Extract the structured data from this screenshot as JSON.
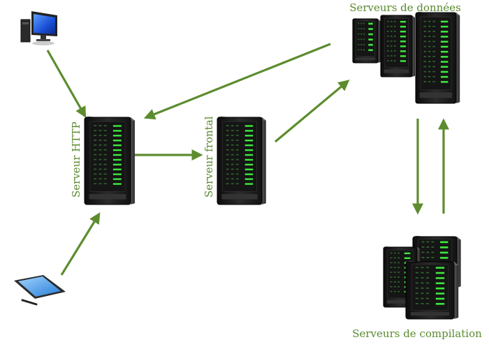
{
  "labels": {
    "http_server": "Serveur HTTP",
    "frontend_server": "Serveur frontal",
    "data_servers": "Serveurs de données",
    "build_servers": "Serveurs de compilation"
  },
  "icons": {
    "desktop": "desktop-computer-icon",
    "tablet": "tablet-icon",
    "server": "server-rack-icon"
  },
  "colors": {
    "arrow": "#5d8c2e",
    "label": "#5a8a2e",
    "led": "#3ee83e",
    "server_body": "#1c1c1c",
    "screen": "#1a4fd6"
  }
}
